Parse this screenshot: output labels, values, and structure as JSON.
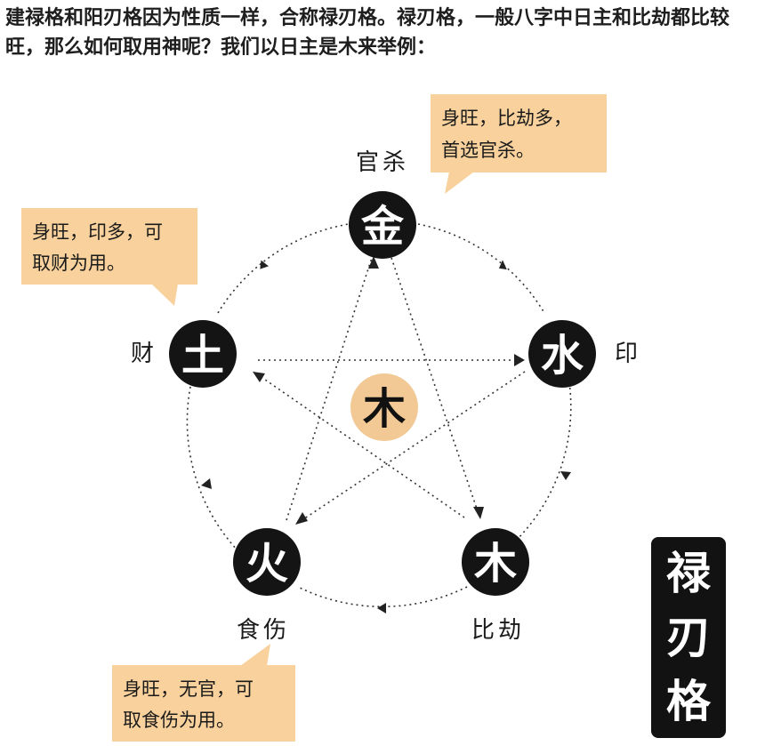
{
  "intro": {
    "text": "建禄格和阳刃格因为性质一样，合称禄刃格。禄刃格，一般八字中日主和比劫都比较旺，那么如何取用神呢？我们以日主是木来举例："
  },
  "center": {
    "char": "木"
  },
  "nodes": [
    {
      "id": "metal",
      "char": "金",
      "role": "官杀"
    },
    {
      "id": "water",
      "char": "水",
      "role": "印"
    },
    {
      "id": "wood",
      "char": "木",
      "role": "比劫"
    },
    {
      "id": "fire",
      "char": "火",
      "role": "食伤"
    },
    {
      "id": "earth",
      "char": "土",
      "role": "财"
    }
  ],
  "callouts": {
    "metal": {
      "line1": "身旺，比劫多，",
      "line2": "首选官杀。"
    },
    "earth": {
      "line1": "身旺，印多，可",
      "line2": "取财为用。"
    },
    "fire": {
      "line1": "身旺，无官，可",
      "line2": "取食伤为用。"
    }
  },
  "title": {
    "chars": [
      "禄",
      "刃",
      "格"
    ]
  },
  "colors": {
    "node_fill": "#141414",
    "center_fill": "#f2c995",
    "callout_fill": "#f8d19c",
    "title_fill": "#121212"
  }
}
